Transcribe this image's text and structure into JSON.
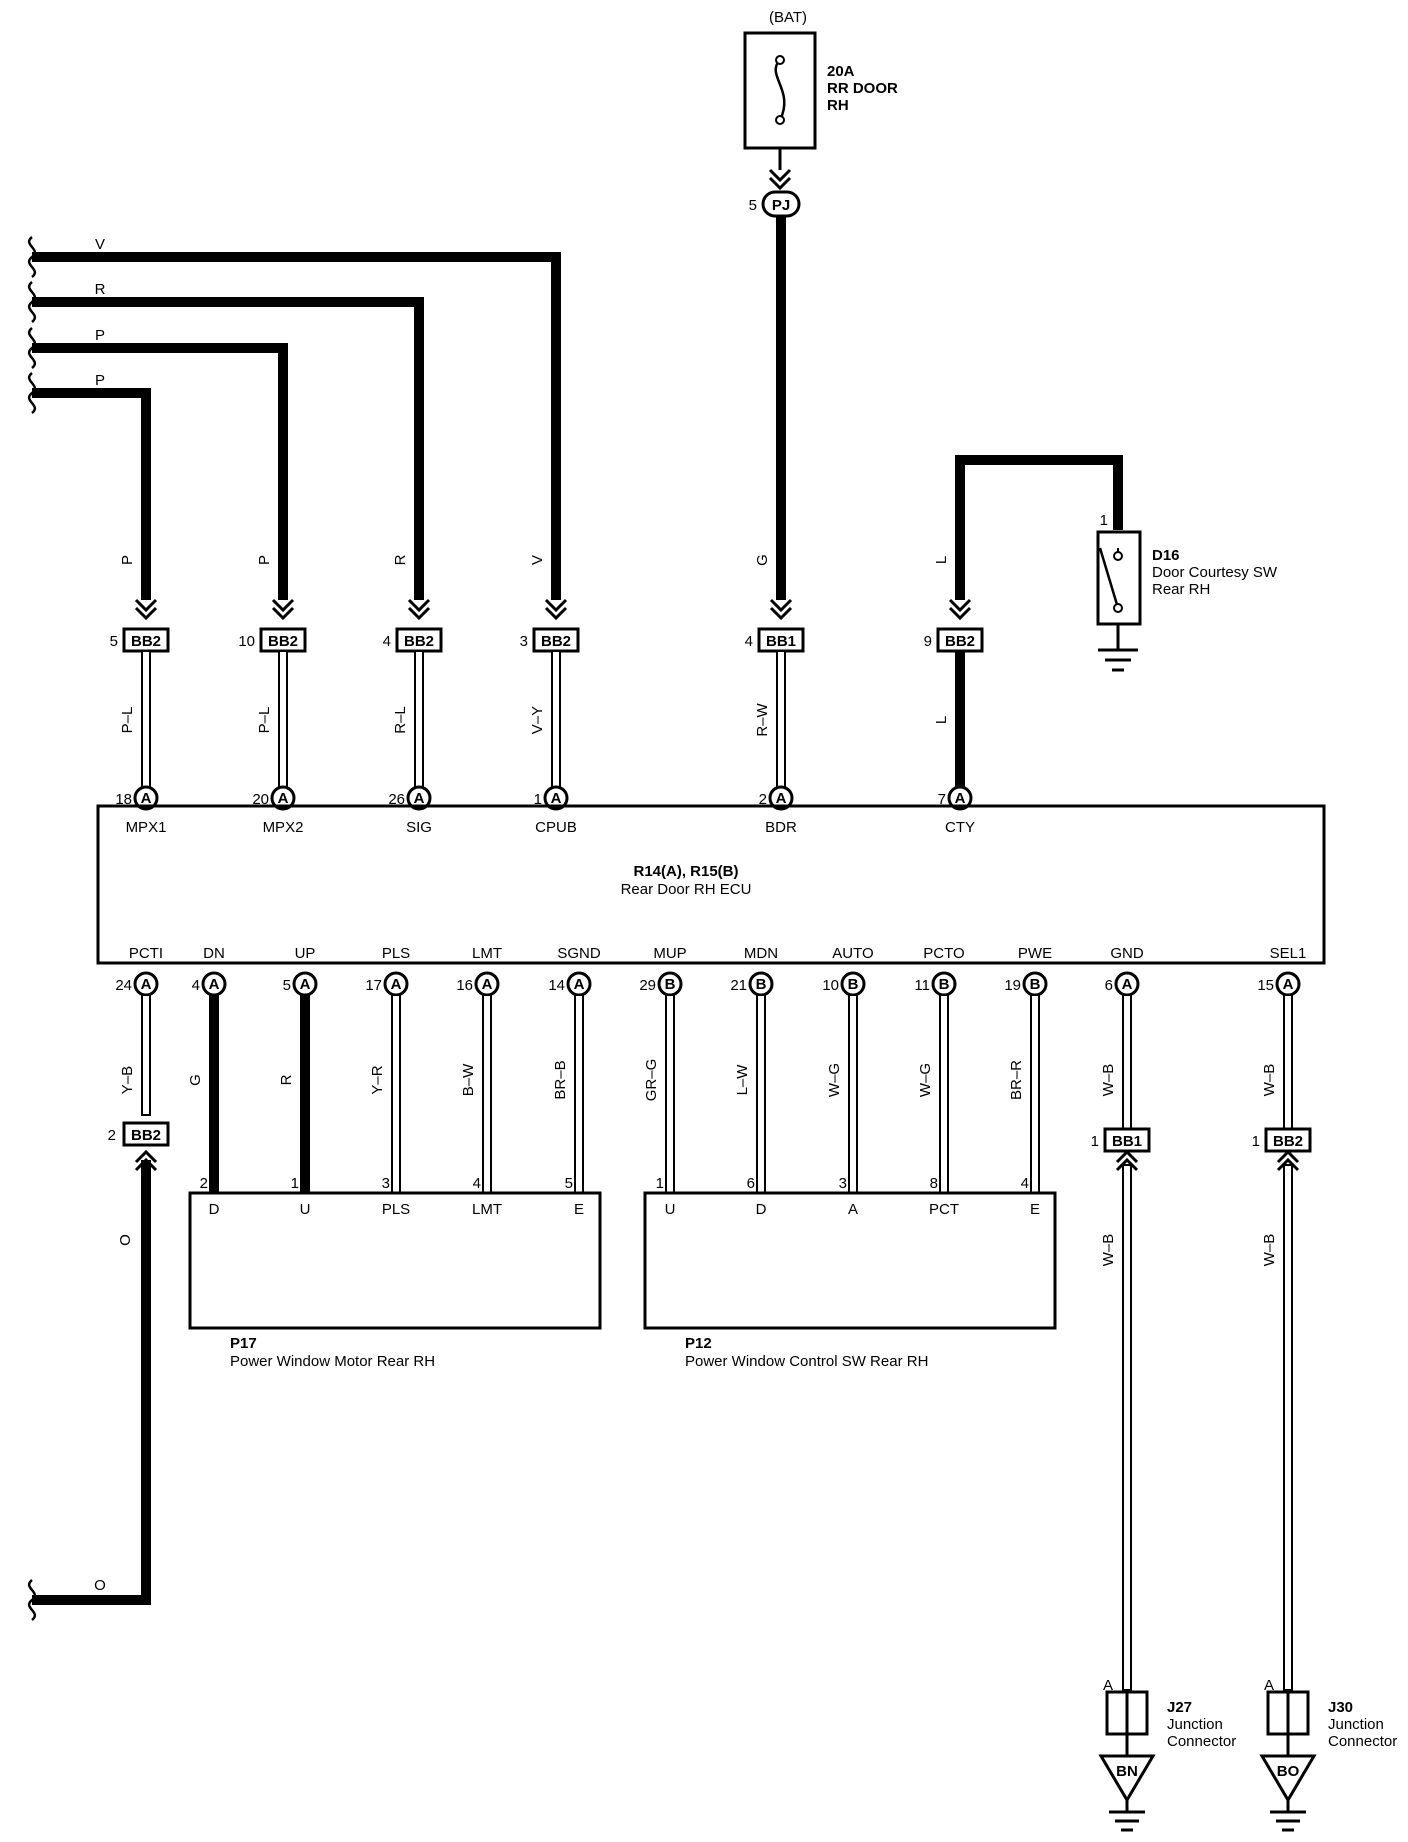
{
  "fuse": {
    "supply": "(BAT)",
    "rating": "20A",
    "name_1": "RR DOOR",
    "name_2": "RH"
  },
  "connector_pj": {
    "pin": "5",
    "label": "PJ"
  },
  "external_wires": [
    {
      "color": "V"
    },
    {
      "color": "R"
    },
    {
      "color": "P"
    },
    {
      "color": "P"
    }
  ],
  "upper_lines": [
    {
      "color_top": "P",
      "pin": "5",
      "conn": "BB2",
      "color_bottom": "P–L",
      "ecu_pin": "18",
      "ecu_conn": "A",
      "terminal": "MPX1"
    },
    {
      "color_top": "P",
      "pin": "10",
      "conn": "BB2",
      "color_bottom": "P–L",
      "ecu_pin": "20",
      "ecu_conn": "A",
      "terminal": "MPX2"
    },
    {
      "color_top": "R",
      "pin": "4",
      "conn": "BB2",
      "color_bottom": "R–L",
      "ecu_pin": "26",
      "ecu_conn": "A",
      "terminal": "SIG"
    },
    {
      "color_top": "V",
      "pin": "3",
      "conn": "BB2",
      "color_bottom": "V–Y",
      "ecu_pin": "1",
      "ecu_conn": "A",
      "terminal": "CPUB"
    },
    {
      "color_top": "G",
      "pin": "4",
      "conn": "BB1",
      "color_bottom": "R–W",
      "ecu_pin": "2",
      "ecu_conn": "A",
      "terminal": "BDR"
    },
    {
      "color_top": "L",
      "pin": "9",
      "conn": "BB2",
      "color_bottom": "L",
      "ecu_pin": "7",
      "ecu_conn": "A",
      "terminal": "CTY"
    }
  ],
  "door_switch": {
    "pin": "1",
    "code": "D16",
    "name_1": "Door Courtesy SW",
    "name_2": "Rear RH"
  },
  "ecu": {
    "code": "R14(A), R15(B)",
    "name": "Rear Door RH ECU"
  },
  "lower_lines": [
    {
      "terminal": "PCTI",
      "pin": "24",
      "conn": "A",
      "color": "Y–B"
    },
    {
      "terminal": "DN",
      "pin": "4",
      "conn": "A",
      "color": "G"
    },
    {
      "terminal": "UP",
      "pin": "5",
      "conn": "A",
      "color": "R"
    },
    {
      "terminal": "PLS",
      "pin": "17",
      "conn": "A",
      "color": "Y–R"
    },
    {
      "terminal": "LMT",
      "pin": "16",
      "conn": "A",
      "color": "B–W"
    },
    {
      "terminal": "SGND",
      "pin": "14",
      "conn": "A",
      "color": "BR–B"
    },
    {
      "terminal": "MUP",
      "pin": "29",
      "conn": "B",
      "color": "GR–G"
    },
    {
      "terminal": "MDN",
      "pin": "21",
      "conn": "B",
      "color": "L–W"
    },
    {
      "terminal": "AUTO",
      "pin": "10",
      "conn": "B",
      "color": "W–G"
    },
    {
      "terminal": "PCTO",
      "pin": "11",
      "conn": "B",
      "color": "W–G"
    },
    {
      "terminal": "PWE",
      "pin": "19",
      "conn": "B",
      "color": "BR–R"
    },
    {
      "terminal": "GND",
      "pin": "6",
      "conn": "A",
      "color": "W–B"
    },
    {
      "terminal": "SEL1",
      "pin": "15",
      "conn": "A",
      "color": "W–B"
    }
  ],
  "pcti_branch": {
    "pin": "2",
    "conn": "BB2",
    "color": "O",
    "bottom_color": "O"
  },
  "motor": {
    "code": "P17",
    "name": "Power Window Motor Rear RH",
    "pins": [
      "2",
      "1",
      "3",
      "4",
      "5"
    ],
    "terminals": [
      "D",
      "U",
      "PLS",
      "LMT",
      "E"
    ]
  },
  "control_sw": {
    "code": "P12",
    "name": "Power Window Control SW Rear RH",
    "pins": [
      "1",
      "6",
      "3",
      "8",
      "4"
    ],
    "terminals": [
      "U",
      "D",
      "A",
      "PCT",
      "E"
    ]
  },
  "ground_lines": [
    {
      "pin": "1",
      "conn": "BB1",
      "color": "W–B",
      "j_pin": "A",
      "j_code": "J27",
      "j_name_1": "Junction",
      "j_name_2": "Connector",
      "ground": "BN"
    },
    {
      "pin": "1",
      "conn": "BB2",
      "color": "W–B",
      "j_pin": "A",
      "j_code": "J30",
      "j_name_1": "Junction",
      "j_name_2": "Connector",
      "ground": "BO"
    }
  ]
}
